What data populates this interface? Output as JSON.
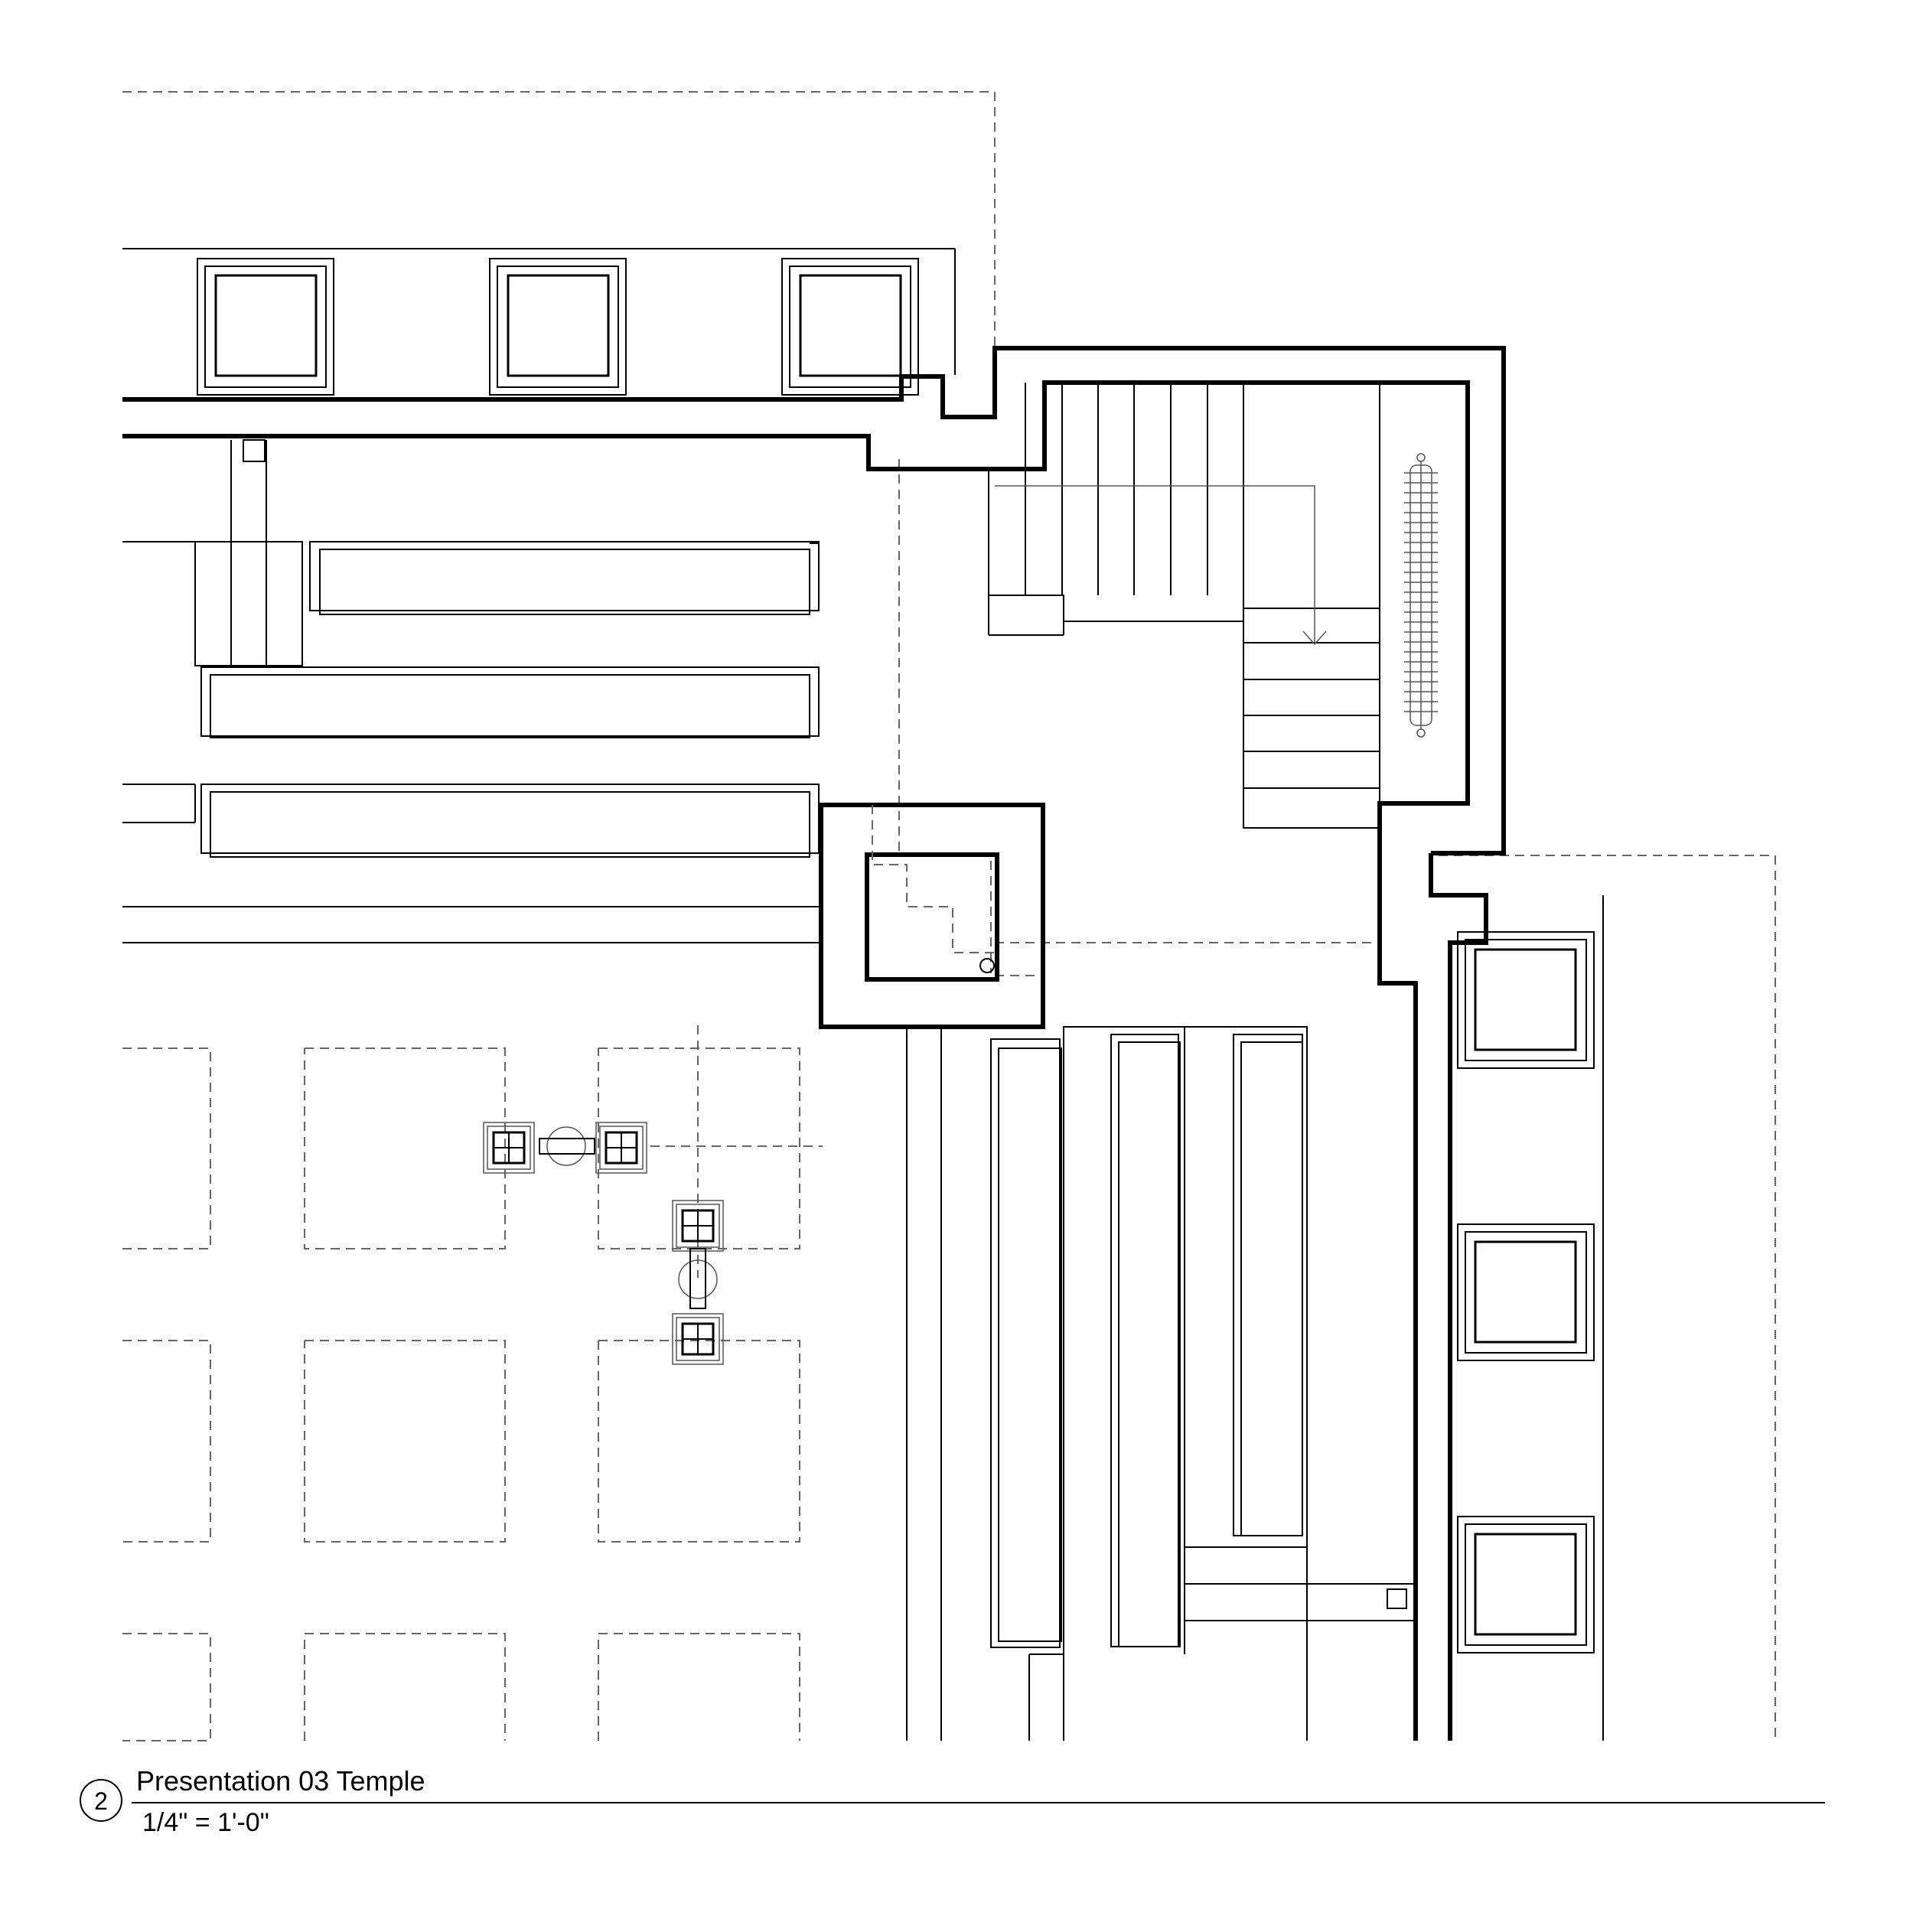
{
  "title_block": {
    "view_number": "2",
    "view_title": "Presentation 03 Temple",
    "scale": "1/4\" = 1'-0\""
  },
  "colors": {
    "ink": "#000000",
    "hidden_line": "#666666",
    "background": "#ffffff"
  },
  "icons": {
    "radiator": "radiator-icon",
    "stair_arrow": "arrow-down-icon"
  }
}
